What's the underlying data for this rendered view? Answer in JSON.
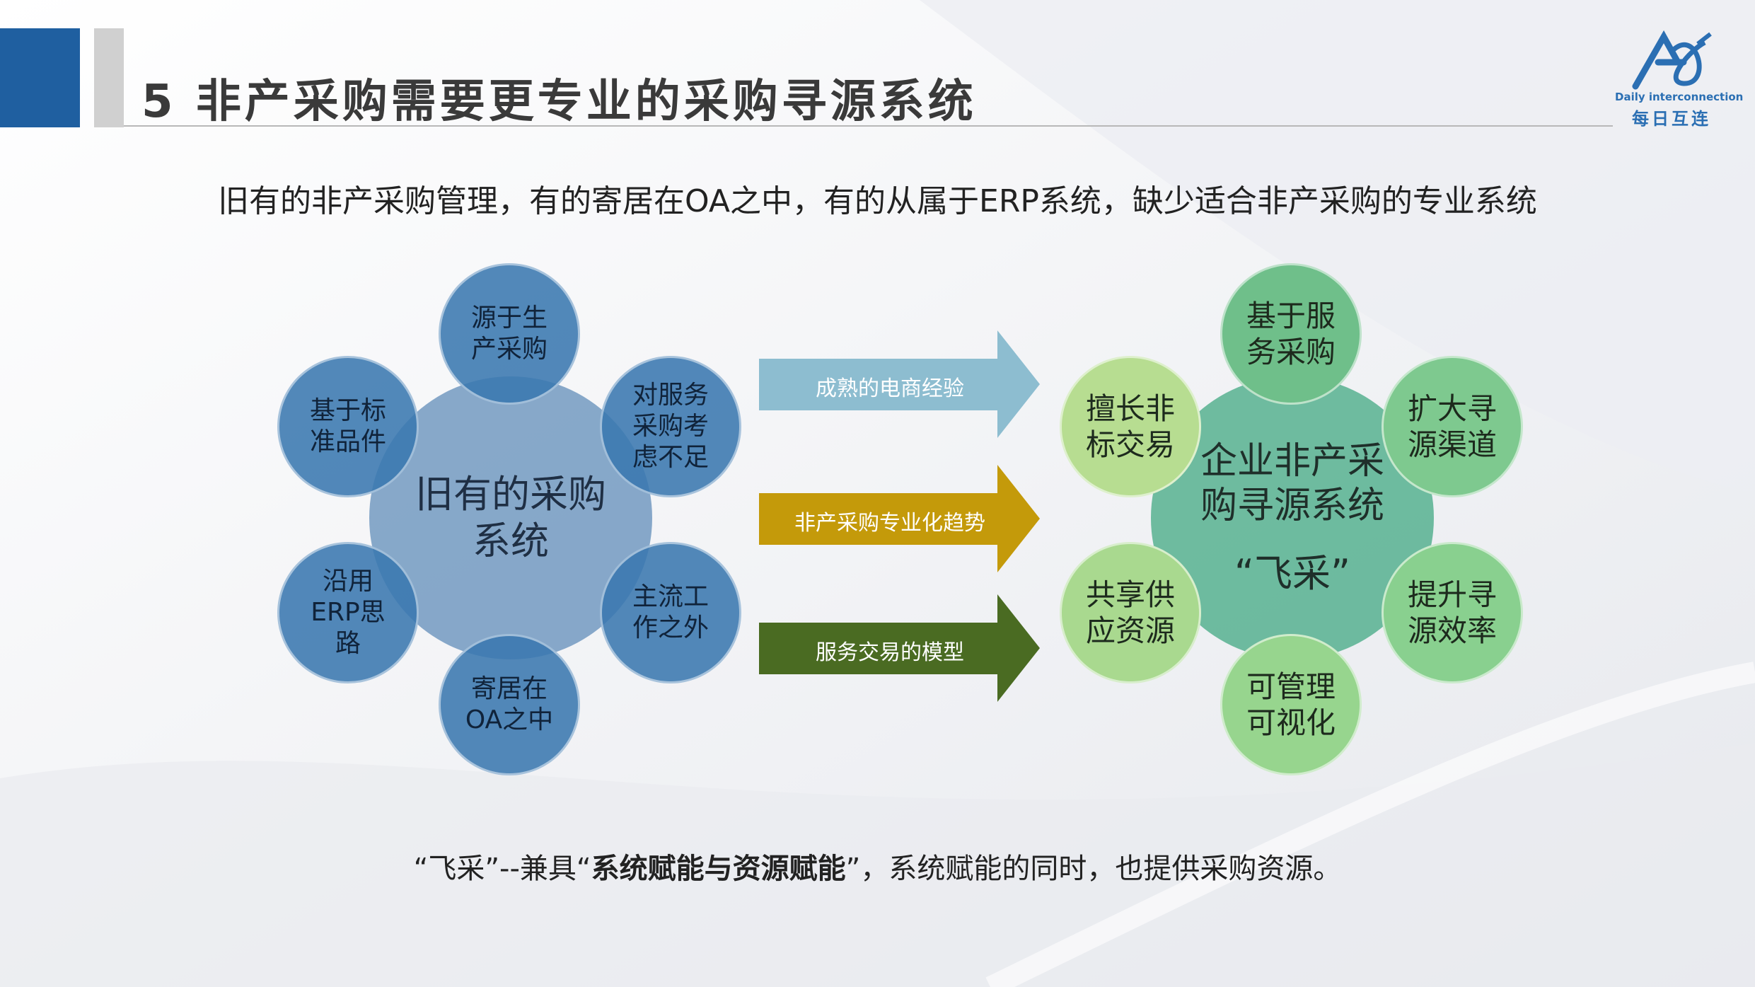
{
  "title": "5 非产采购需要更专业的采购寻源系统",
  "logo": {
    "en": "Daily interconnection",
    "cn": "每日互连"
  },
  "subtitle": "旧有的非产采购管理，有的寄居在OA之中，有的从属于ERP系统，缺少适合非产采购的专业系统",
  "left_cluster": {
    "center": "旧有的采购\n系统",
    "satellites": [
      "源于生\n产采购",
      "对服务\n采购考\n虑不足",
      "主流工\n作之外",
      "寄居在\nOA之中",
      "沿用\nERP思\n路",
      "基于标\n准品件"
    ]
  },
  "arrows": [
    {
      "label": "成熟的电商经验",
      "color": "#8dbdd0"
    },
    {
      "label": "非产采购专业化趋势",
      "color": "#c49a0a"
    },
    {
      "label": "服务交易的模型",
      "color": "#4a6b22"
    }
  ],
  "right_cluster": {
    "center": "企业非产采\n购寻源系统",
    "center_quote": "“飞采”",
    "satellites": [
      "基于服\n务采购",
      "扩大寻\n源渠道",
      "提升寻\n源效率",
      "可管理\n可视化",
      "共享供\n应资源",
      "擅长非\n标交易"
    ],
    "satellite_colors": [
      "#6fbf8a",
      "#7ec98f",
      "#89d08f",
      "#97d58e",
      "#a9d98f",
      "#b7dd91"
    ]
  },
  "bottom": {
    "pre": "“飞采”--兼具“",
    "bold": "系统赋能与资源赋能",
    "post": "”，系统赋能的同时，也提供采购资源。"
  },
  "colors": {
    "accent_blue": "#1f5fa0",
    "accent_gray": "#d0d0d0"
  }
}
